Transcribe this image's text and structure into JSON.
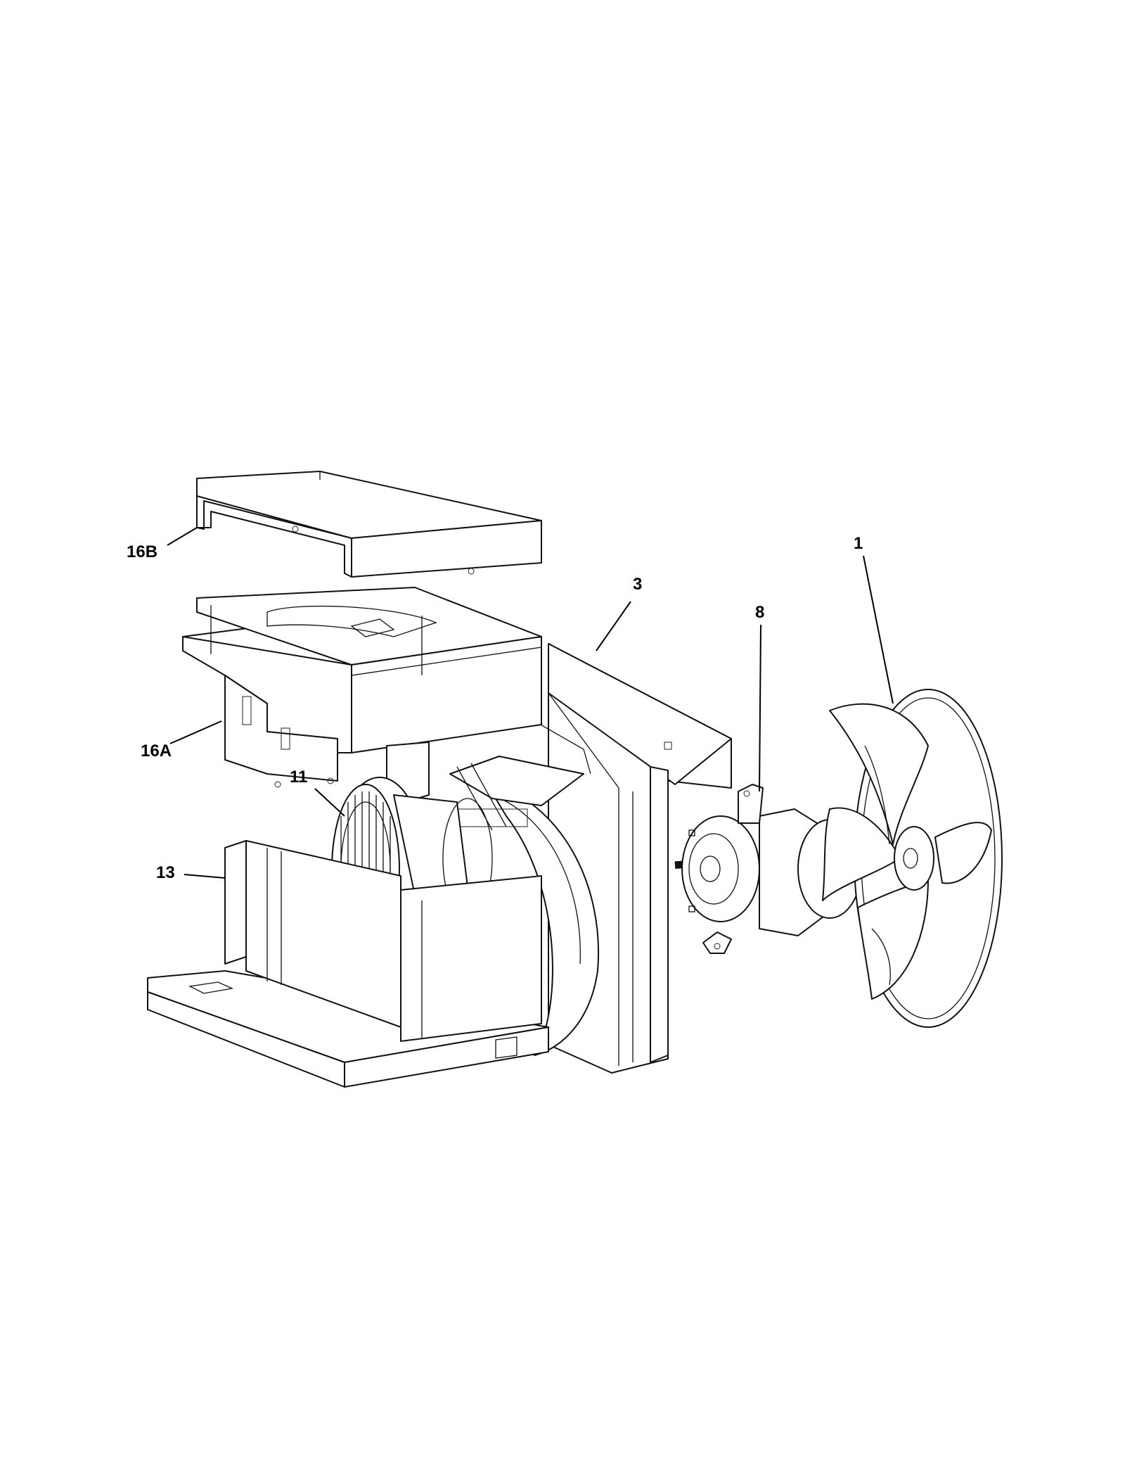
{
  "labels": {
    "p16b": "16B",
    "p16a": "16A",
    "p3": "3",
    "p8": "8",
    "p1": "1",
    "p11": "11",
    "p13": "13"
  },
  "colors": {
    "line": "#111111",
    "background": "#ffffff"
  }
}
